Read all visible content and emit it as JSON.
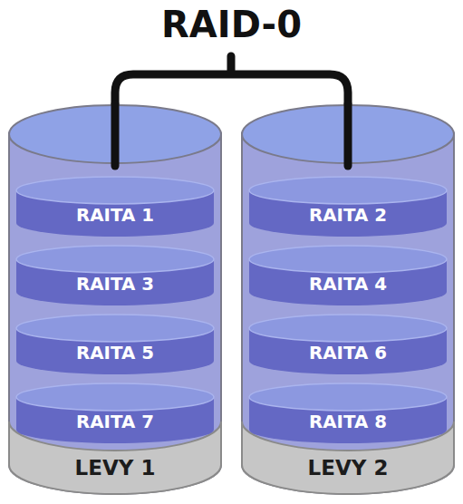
{
  "diagram": {
    "title": "RAID-0",
    "nodes": [
      {
        "text": [
          "LEVY 1"
        ]
      },
      {
        "text": [
          "RAITA 1"
        ],
        "in": 0
      },
      {
        "text": [
          "RAITA 3"
        ],
        "in": 0
      },
      {
        "text": [
          "RAITA 5"
        ],
        "in": 0
      },
      {
        "text": [
          "RAITA 7"
        ],
        "in": 0
      },
      {
        "text": [
          "LEVY 2"
        ]
      },
      {
        "text": [
          "RAITA 2"
        ],
        "in": 5
      },
      {
        "text": [
          "RAITA 4"
        ],
        "in": 5
      },
      {
        "text": [
          "RAITA 6"
        ],
        "in": 5
      },
      {
        "text": [
          "RAITA 8"
        ],
        "in": 5
      }
    ]
  }
}
